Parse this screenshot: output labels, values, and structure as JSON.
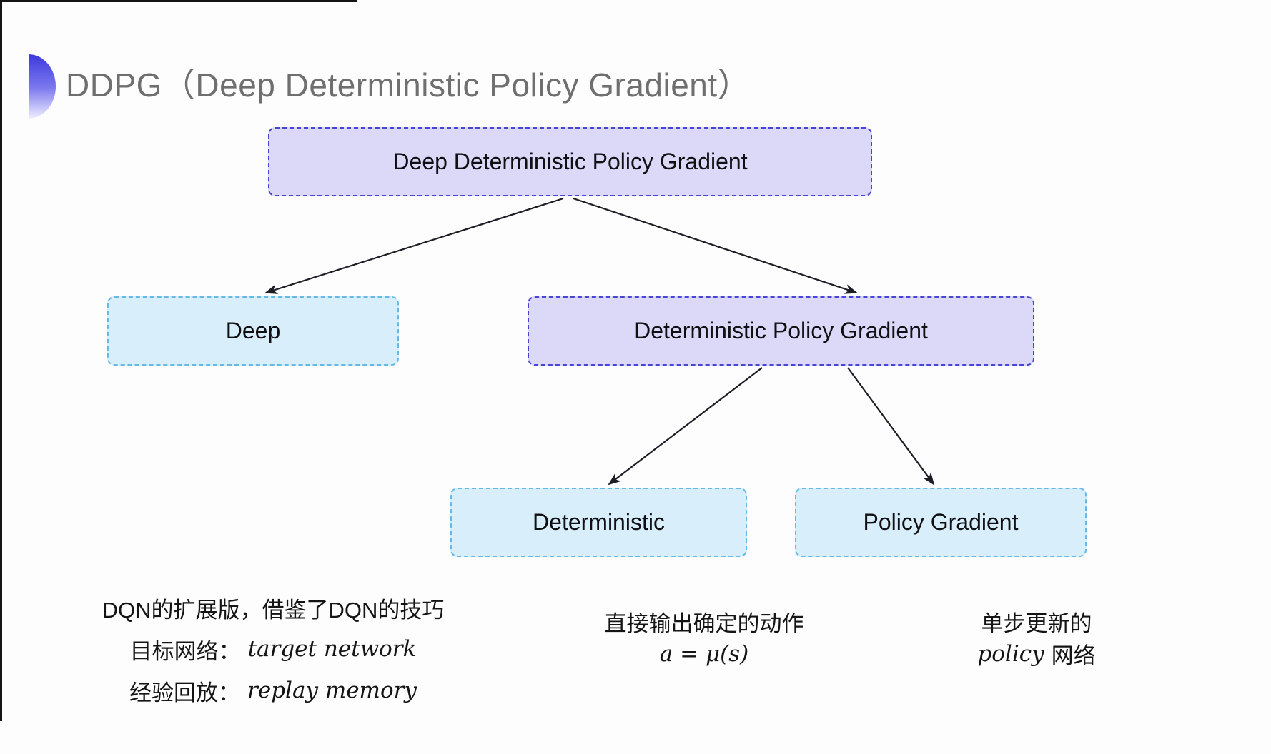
{
  "title": {
    "text": "DDPG（Deep Deterministic Policy Gradient）"
  },
  "colors": {
    "title_text": "#6f6f6f",
    "purple_fill": "#dcd9f8",
    "purple_border": "#4945d2",
    "cyan_fill": "#d8eefa",
    "cyan_border": "#66b9e6",
    "arrow": "#1d1d26",
    "bullet_gradient_top": "#3c39dd",
    "bullet_gradient_bottom": "#efeeff"
  },
  "tree": {
    "nodes": [
      {
        "id": "ddpg",
        "label": "Deep Deterministic Policy Gradient",
        "variant": "purple"
      },
      {
        "id": "deep",
        "label": "Deep",
        "variant": "cyan"
      },
      {
        "id": "dpg",
        "label": "Deterministic Policy Gradient",
        "variant": "purple"
      },
      {
        "id": "deterministic",
        "label": "Deterministic",
        "variant": "cyan"
      },
      {
        "id": "policy-gradient",
        "label": "Policy Gradient",
        "variant": "cyan"
      }
    ],
    "edges": [
      {
        "from": "ddpg",
        "to": "deep"
      },
      {
        "from": "ddpg",
        "to": "dpg"
      },
      {
        "from": "dpg",
        "to": "deterministic"
      },
      {
        "from": "dpg",
        "to": "policy-gradient"
      }
    ]
  },
  "annotations": {
    "deep": {
      "line1": "DQN的扩展版，借鉴了DQN的技巧",
      "line2_label": "目标网络：",
      "line2_term": "target network",
      "line3_label": "经验回放：",
      "line3_term": "replay memory"
    },
    "deterministic": {
      "line1": "直接输出确定的动作",
      "formula": "a = μ(s)"
    },
    "policy_gradient": {
      "line1": "单步更新的",
      "line2_term": "policy",
      "line2_label": "网络"
    }
  }
}
